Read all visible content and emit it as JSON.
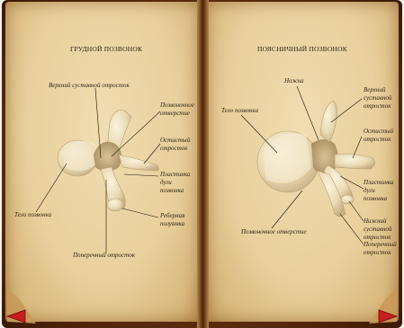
{
  "left_page": {
    "title": "ГРУДНОЙ ПОЗВОНОК",
    "labels": {
      "superior_articular": "Верхний суставной отросток",
      "vertebral_foramen_line1": "Позвоночное",
      "vertebral_foramen_line2": "отверстие",
      "spinous_line1": "Остистый",
      "spinous_line2": "отросток",
      "arch_line1": "Пластинка",
      "arch_line2": "дуги",
      "arch_line3": "позвонка",
      "costal_line1": "Реберная",
      "costal_line2": "полуямка",
      "body": "Тело позвонка",
      "transverse": "Поперечный отросток"
    }
  },
  "right_page": {
    "title": "ПОЯСНИЧНЫЙ ПОЗВОНОК",
    "labels": {
      "pedicle": "Ножка",
      "body": "Тело позвонка",
      "superior_line1": "Верхний",
      "superior_line2": "суставной",
      "superior_line3": "отросток",
      "spinous_line1": "Остистый",
      "spinous_line2": "отросток",
      "arch_line1": "Пластинка",
      "arch_line2": "дуги",
      "arch_line3": "позвонка",
      "inferior_line1": "Нижний",
      "inferior_line2": "суставной",
      "inferior_line3": "отросток",
      "transverse_line1": "Поперечный",
      "transverse_line2": "отросток",
      "vertebral_foramen": "Позвоночное отверстие"
    }
  },
  "navigation": {
    "prev_icon": "triangle-left-icon",
    "next_icon": "triangle-right-icon"
  },
  "colors": {
    "page": "#ecd5a4",
    "bone": "#efe2c0",
    "text": "#2a1e12",
    "arrow": "#c81e1e"
  }
}
